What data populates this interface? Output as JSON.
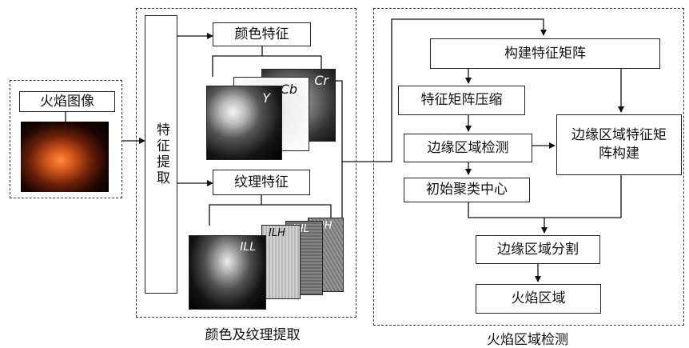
{
  "input": {
    "title": "火焰图像"
  },
  "extraction": {
    "feature_label": "特征提取",
    "color_feature": "颜色特征",
    "texture_feature": "纹理特征",
    "color_channels": [
      "Y",
      "Cb",
      "Cr"
    ],
    "texture_subbands": [
      "ILL",
      "ILH",
      "IHL",
      "IHH"
    ],
    "caption": "颜色及纹理提取"
  },
  "detection": {
    "build_matrix": "构建特征矩阵",
    "compress": "特征矩阵压缩",
    "edge_detect": "边缘区域检测",
    "init_center": "初始聚类中心",
    "edge_matrix": "边缘区域特征矩阵构建",
    "edge_segment": "边缘区域分割",
    "flame_region": "火焰区域",
    "caption": "火焰区域检测"
  }
}
